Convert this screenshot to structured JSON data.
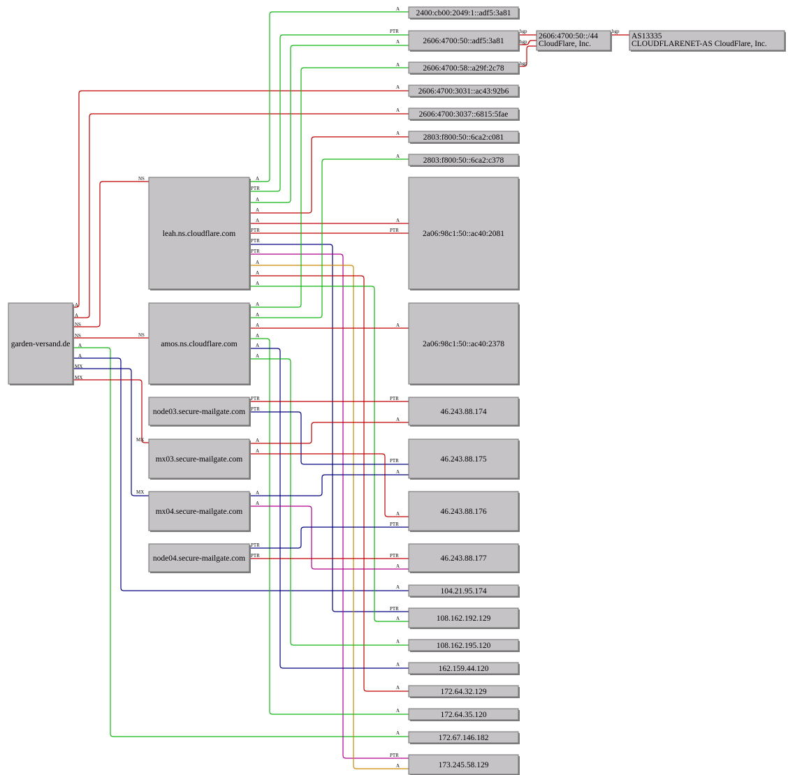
{
  "colors": {
    "red": "#c00000",
    "green": "#12b512",
    "blue": "#00007d",
    "magenta": "#b0008c",
    "orange": "#cc8800",
    "node_fill": "#c5c3c6"
  },
  "nodes": {
    "domain": "garden-versand.de",
    "leah": "leah.ns.cloudflare.com",
    "amos": "amos.ns.cloudflare.com",
    "node03": "node03.secure-mailgate.com",
    "mx03": "mx03.secure-mailgate.com",
    "mx04": "mx04.secure-mailgate.com",
    "node04": "node04.secure-mailgate.com",
    "ip6_2400": "2400:cb00:2049:1::adf5:3a81",
    "ip6_2606_50": "2606:4700:50::adf5:3a81",
    "ip6_2606_58": "2606:4700:58::a29f:2c78",
    "ip6_3031": "2606:4700:3031::ac43:92b6",
    "ip6_3037": "2606:4700:3037::6815:5fae",
    "ip6_2803_081": "2803:f800:50::6ca2:c081",
    "ip6_2803_378": "2803:f800:50::6ca2:c378",
    "ip6_2a06_2081": "2a06:98c1:50::ac40:2081",
    "ip6_2a06_2378": "2a06:98c1:50::ac40:2378",
    "ip_174": "46.243.88.174",
    "ip_175": "46.243.88.175",
    "ip_176": "46.243.88.176",
    "ip_177": "46.243.88.177",
    "ip_104": "104.21.95.174",
    "ip_108_192": "108.162.192.129",
    "ip_108_195": "108.162.195.120",
    "ip_162": "162.159.44.120",
    "ip_172_64_32": "172.64.32.129",
    "ip_172_64_35": "172.64.35.120",
    "ip_172_67": "172.67.146.182",
    "ip_173": "173.245.58.129",
    "prefix_line1": "2606:4700:50::/44",
    "prefix_line2": "CloudFlare, Inc.",
    "as_line1": "AS13335",
    "as_line2": "CLOUDFLARENET-AS CloudFlare, Inc."
  },
  "edge_labels": {
    "a": "A",
    "ns": "NS",
    "mx": "MX",
    "ptr": "PTR",
    "bgp": "bgp"
  }
}
